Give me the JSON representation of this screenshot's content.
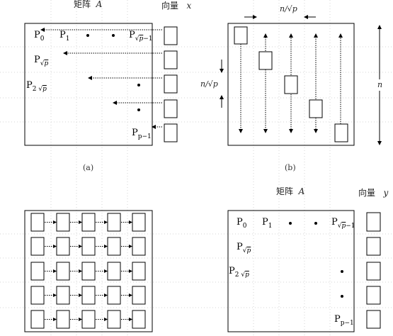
{
  "panel_a": {
    "matrix_label": "矩阵",
    "matrix_var": "A",
    "vector_label": "向量",
    "vector_var": "x",
    "p0": "P",
    "p0_sub": "0",
    "p1": "P",
    "p1_sub": "1",
    "psqrt": "P",
    "psqrt_sub_prefix": "",
    "psqrt_sub_rad": "p",
    "psqrtm1_sub_suffix": "−1",
    "p2": "P",
    "p2_sub": "2",
    "plast": "P",
    "plast_sub": "p−1",
    "caption": "(a)"
  },
  "panel_b": {
    "top_label": "n/√p",
    "left_label": "n/√p",
    "right_label": "n",
    "caption": "(b)"
  },
  "panel_d": {
    "matrix_label": "矩阵",
    "matrix_var": "A",
    "vector_label": "向量",
    "vector_var": "y"
  },
  "colors": {
    "line": "#000000",
    "grid": "#c8c8c8"
  }
}
